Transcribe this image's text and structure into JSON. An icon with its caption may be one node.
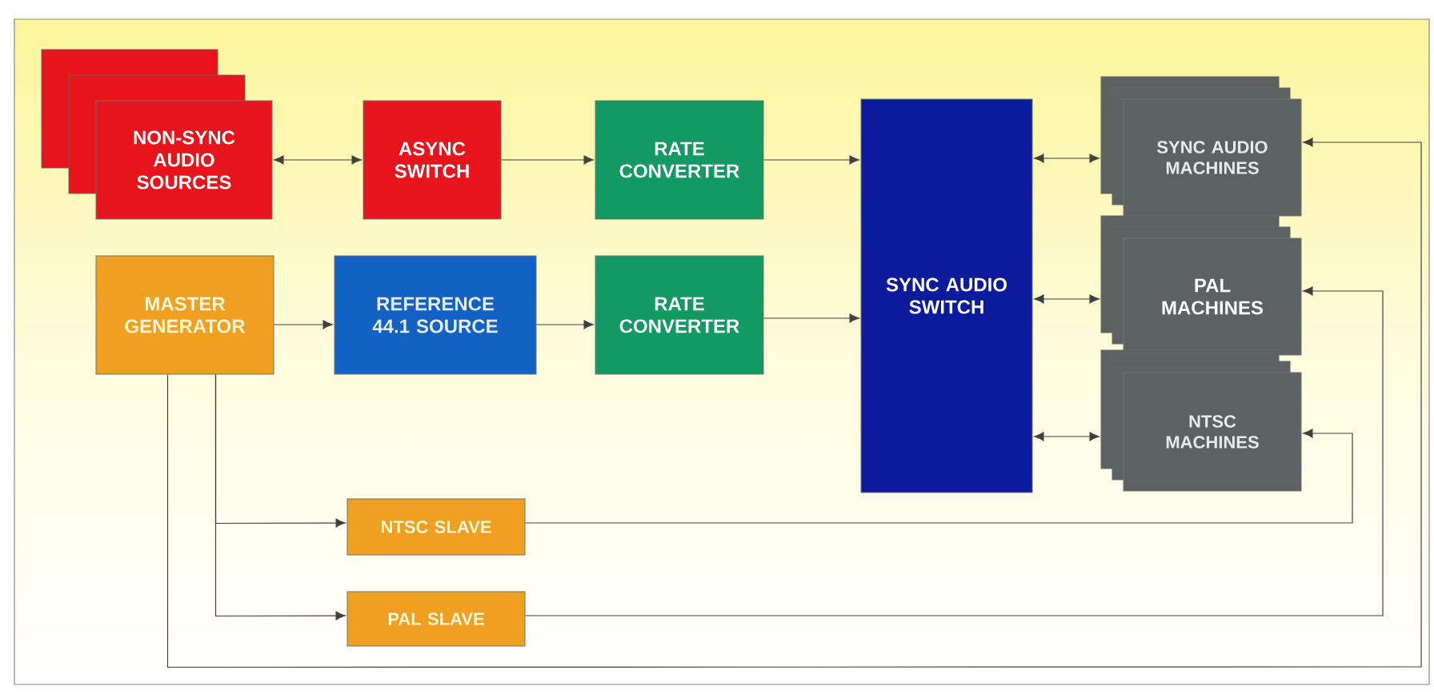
{
  "diagram": {
    "nodes": [
      {
        "text": [
          "NON-SYNC AUDIO SOURCES"
        ]
      },
      {
        "text": [
          "ASYNC SWITCH"
        ]
      },
      {
        "text": [
          "RATE CONVERTER"
        ]
      },
      {
        "text": [
          "SYNC AUDIO SWITCH"
        ]
      },
      {
        "text": [
          "SYNC AUDIO MACHINES"
        ]
      },
      {
        "text": [
          "MASTER GENERATOR"
        ]
      },
      {
        "text": [
          "REFERENCE 44.1 SOURCE"
        ]
      },
      {
        "text": [
          "RATE CONVERTER"
        ]
      },
      {
        "text": [
          "PAL MACHINES"
        ]
      },
      {
        "text": [
          "NTSC MACHINES"
        ]
      },
      {
        "text": [
          "NTSC SLAVE"
        ]
      },
      {
        "text": [
          "PAL SLAVE"
        ]
      }
    ],
    "edges": [
      {
        "from": 0,
        "to": 1,
        "arrow": "both"
      },
      {
        "from": 1,
        "to": 2,
        "arrow": "to"
      },
      {
        "from": 5,
        "to": 6,
        "arrow": "to"
      },
      {
        "from": 6,
        "to": 7,
        "arrow": "to"
      },
      {
        "from": 2,
        "to": 3,
        "arrow": "to"
      },
      {
        "from": 7,
        "to": 3,
        "arrow": "to"
      },
      {
        "from": 3,
        "to": 4,
        "arrow": "both"
      },
      {
        "from": 3,
        "to": 8,
        "arrow": "both"
      },
      {
        "from": 3,
        "to": 9,
        "arrow": "both"
      },
      {
        "from": 5,
        "to": 10,
        "arrow": "to"
      },
      {
        "from": 5,
        "to": 11,
        "arrow": "to"
      },
      {
        "from": 5,
        "to": 4,
        "arrow": "to"
      },
      {
        "from": 11,
        "to": 8,
        "arrow": "to"
      },
      {
        "from": 10,
        "to": 9,
        "arrow": "to"
      }
    ]
  }
}
